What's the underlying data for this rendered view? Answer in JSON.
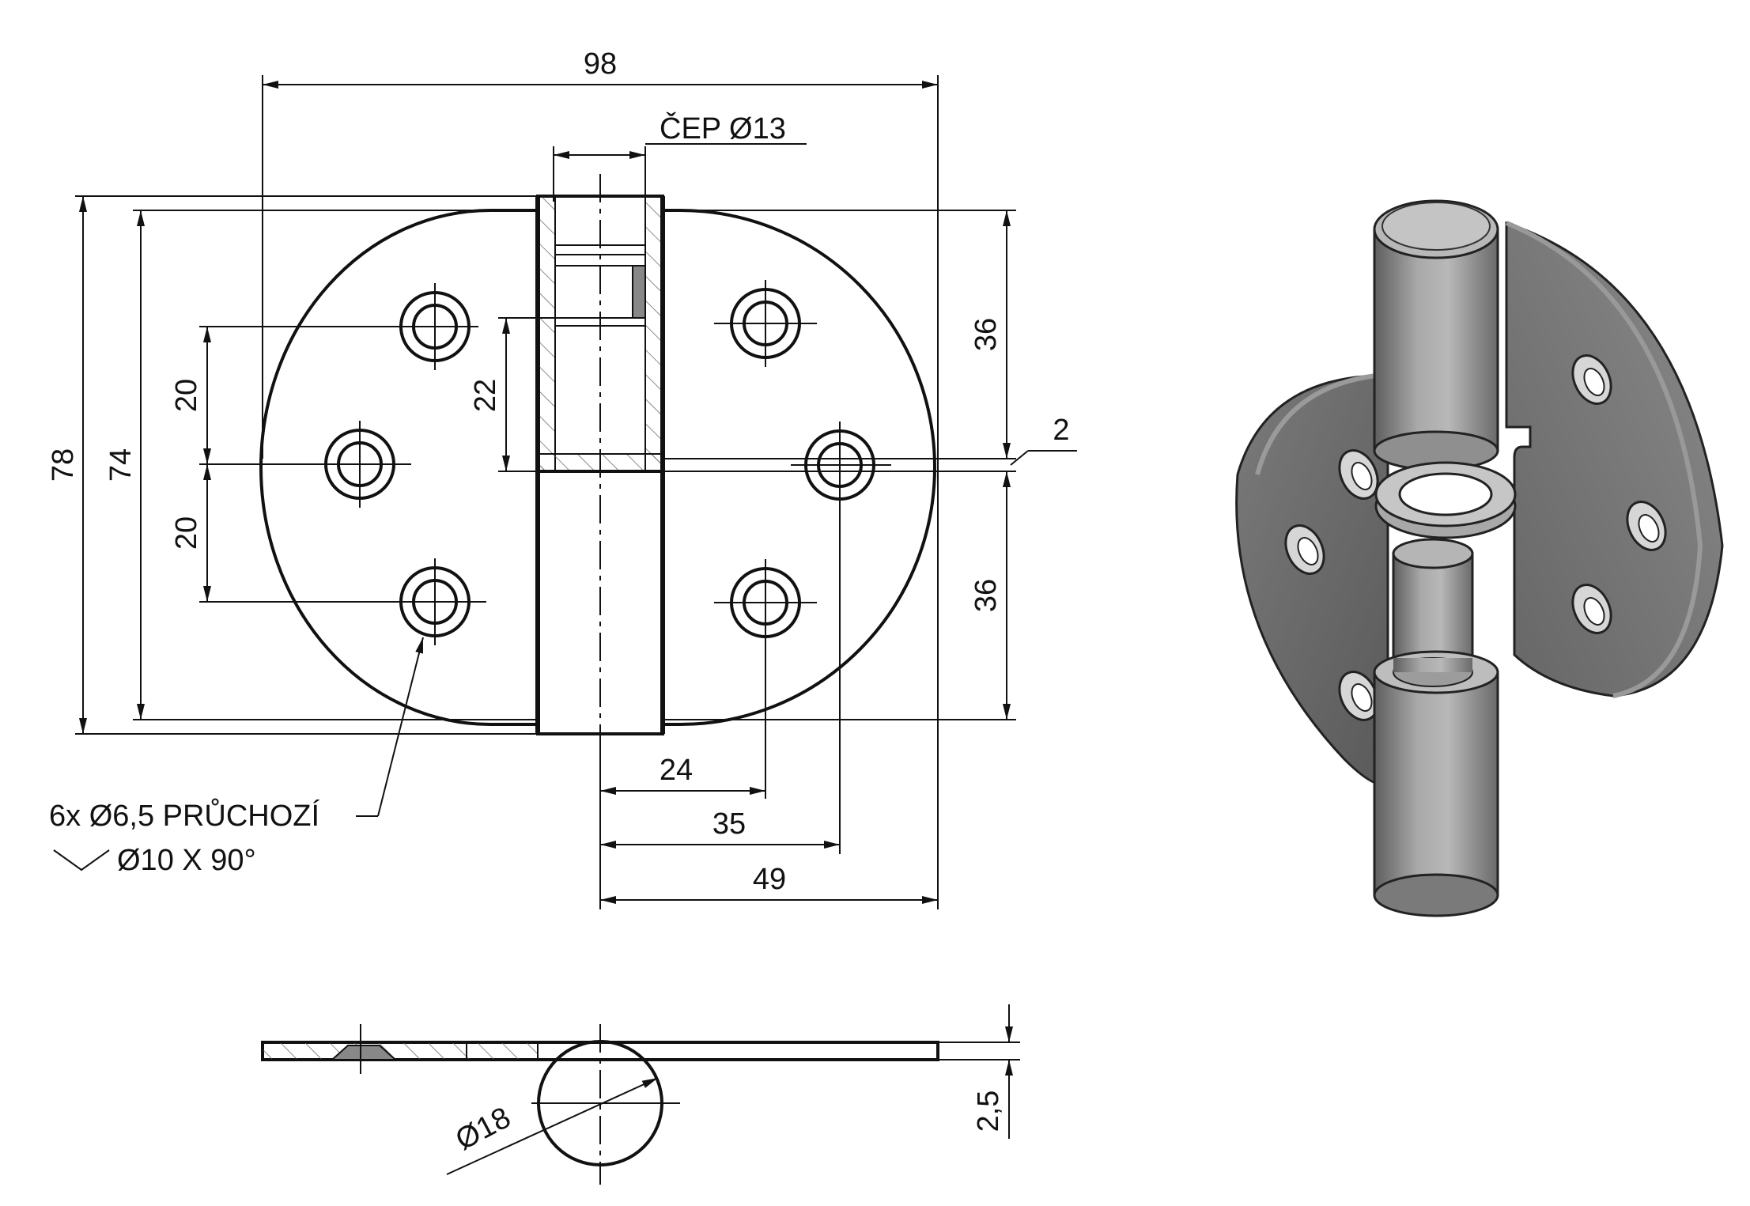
{
  "dimensions": {
    "overall_width": "98",
    "pin": "ČEP Ø13",
    "overall_height": "78",
    "plate_height": "74",
    "hole_spacing_upper": "20",
    "hole_spacing_lower": "20",
    "knuckle_length": "22",
    "right_upper": "36",
    "right_lower": "36",
    "gap": "2",
    "offset_24": "24",
    "offset_35": "35",
    "offset_49": "49",
    "knuckle_diameter": "Ø18",
    "thickness": "2,5"
  },
  "notes": {
    "holes": "6x Ø6,5 PRŮCHOZÍ",
    "countersink": "Ø10 X 90°"
  },
  "colors": {
    "plate": "#c9c9c9",
    "knuckle": "#bdbdbd",
    "line": "#111111",
    "metal_dark": "#6e6e6e",
    "metal_light": "#b9b9b9"
  }
}
